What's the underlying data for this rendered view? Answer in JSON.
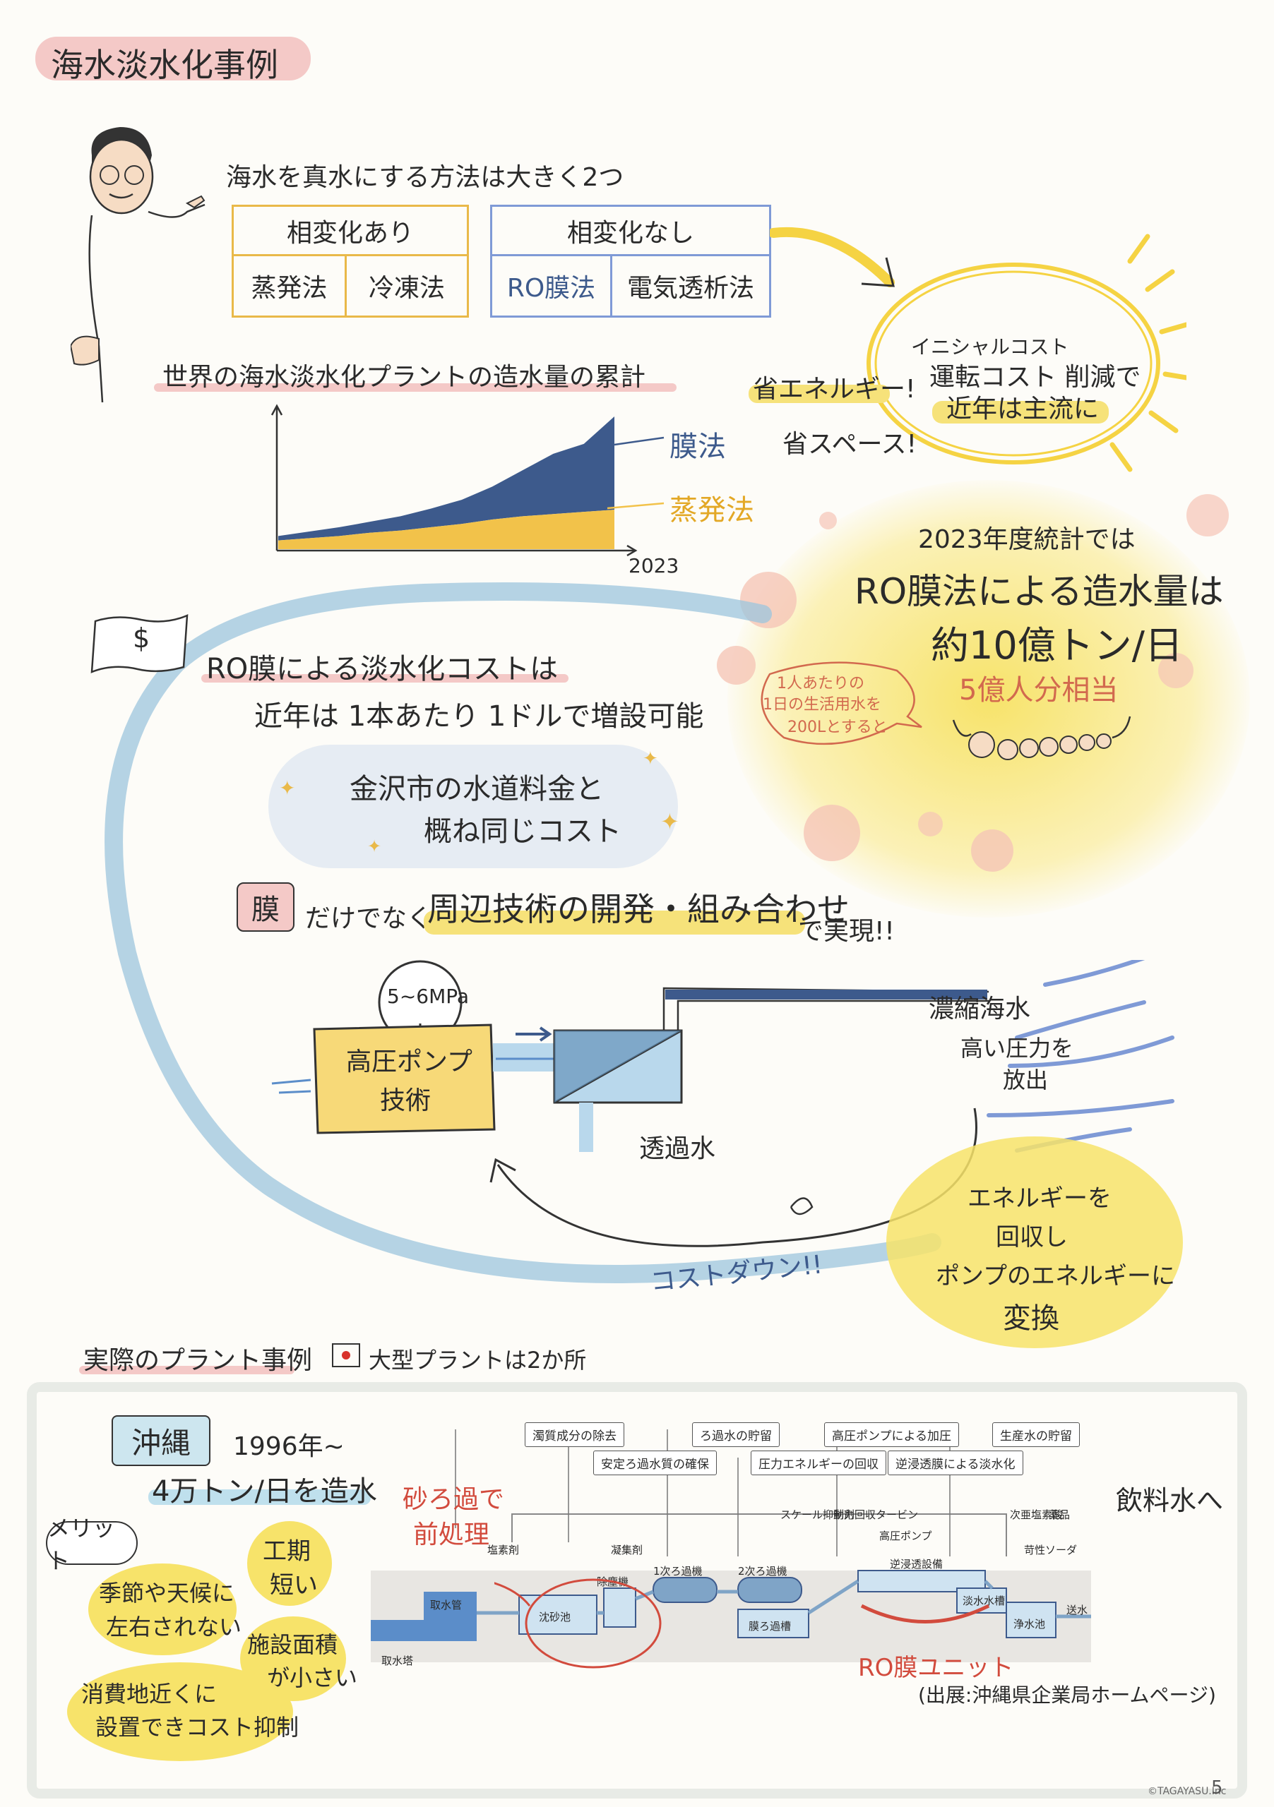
{
  "title": "海水淡水化事例",
  "methods": {
    "heading": "海水を真水にする方法は大きく2つ",
    "phase_change": {
      "label": "相変化あり",
      "items": [
        "蒸発法",
        "冷凍法"
      ]
    },
    "no_phase_change": {
      "label": "相変化なし",
      "items": [
        "RO膜法",
        "電気透析法"
      ]
    }
  },
  "callout": {
    "line1": "イニシャルコスト",
    "line2": "運転コスト 削減で",
    "line3": "近年は主流に",
    "energy": "省エネルギー!",
    "space": "省スペース!"
  },
  "chart_data": {
    "type": "area",
    "title": "世界の海水淡水化プラントの造水量の累計",
    "xlabel": "2023",
    "series": [
      {
        "name": "膜法",
        "color": "#3d5a8c",
        "values": [
          4,
          6,
          8,
          10,
          13,
          17,
          22,
          30,
          42,
          55,
          62,
          85
        ]
      },
      {
        "name": "蒸発法",
        "color": "#f2c24a",
        "values": [
          8,
          10,
          12,
          15,
          17,
          20,
          23,
          27,
          30,
          32,
          34,
          36
        ]
      }
    ]
  },
  "stats": {
    "line1": "2023年度統計では",
    "line2": "RO膜法による造水量は",
    "line3": "約10億トン/日",
    "line4": "5億人分相当",
    "note": [
      "1人あたりの",
      "1日の生活用水を",
      "200Lとすると"
    ]
  },
  "cost": {
    "line1": "RO膜による淡水化コストは",
    "line2": "近年は 1本あたり 1ドルで増設可能",
    "cloud1": "金沢市の水道料金と",
    "cloud2": "概ね同じコスト",
    "dollar": "$"
  },
  "tech": {
    "prefix": "膜",
    "mid": "だけでなく",
    "highlight": "周辺技術の開発・組み合わせ",
    "suffix": "で実現!!",
    "gauge": "5~6MPa",
    "pump1": "高圧ポンプ",
    "pump2": "技術",
    "concentrate": "濃縮海水",
    "release1": "高い圧力を",
    "release2": "放出",
    "permeate": "透過水",
    "recover": [
      "エネルギーを",
      "回収し",
      "ポンプのエネルギーに",
      "変換"
    ],
    "costdown": "コストダウン!!"
  },
  "plants": {
    "heading": "実際のプラント事例",
    "legend": "大型プラントは2か所",
    "place": "沖縄",
    "year": "1996年~",
    "output": "4万トン/日を造水",
    "merit": "メリット",
    "merits": [
      "季節や天候に",
      "左右されない",
      "工期",
      "短い",
      "施設面積",
      "が小さい",
      "消費地近くに",
      "設置できコスト抑制"
    ],
    "sand": [
      "砂ろ過で",
      "前処理"
    ],
    "ro_unit": "RO膜ユニット",
    "drinking": "飲料水へ",
    "source": "(出展:沖縄県企業局ホームページ)",
    "diagram_labels": [
      "濁質成分の除去",
      "ろ過水の貯留",
      "高圧ポンプによる加圧",
      "生産水の貯留",
      "安定ろ過水質の確保",
      "圧力エネルギーの回収",
      "逆浸透膜による淡水化"
    ],
    "diagram_small": [
      "取水管",
      "取水塔",
      "沈砂池",
      "除塵機",
      "凝集剤",
      "1次ろ過機",
      "2次ろ過機",
      "膜ろ過槽",
      "スケール抑制剤",
      "動力回収タービン",
      "高圧ポンプ",
      "逆浸透設備",
      "淡水水槽",
      "浄水池",
      "送水",
      "次亜塩素酸",
      "塩素剤",
      "苛性ソーダ",
      "薬品"
    ]
  },
  "copyright": "©TAGAYASU.Inc",
  "page_number": "5"
}
